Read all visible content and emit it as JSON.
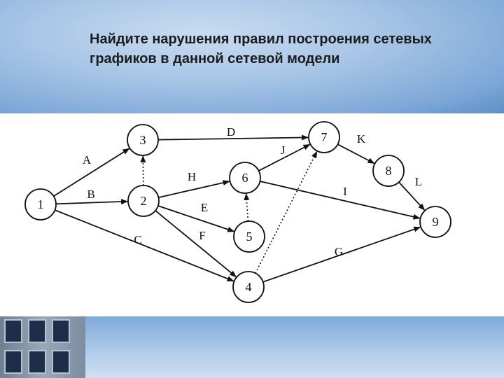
{
  "slide": {
    "title": "Найдите нарушения правил построения сетевых графиков в данной сетевой модели"
  },
  "diagram": {
    "nodes": [
      {
        "id": "1",
        "label": "1"
      },
      {
        "id": "2",
        "label": "2"
      },
      {
        "id": "3",
        "label": "3"
      },
      {
        "id": "4",
        "label": "4"
      },
      {
        "id": "5",
        "label": "5"
      },
      {
        "id": "6",
        "label": "6"
      },
      {
        "id": "7",
        "label": "7"
      },
      {
        "id": "8",
        "label": "8"
      },
      {
        "id": "9",
        "label": "9"
      }
    ],
    "edges": [
      {
        "from": "1",
        "to": "3",
        "label": "A",
        "dashed": false
      },
      {
        "from": "1",
        "to": "2",
        "label": "B",
        "dashed": false
      },
      {
        "from": "1",
        "to": "4",
        "label": "C",
        "dashed": false
      },
      {
        "from": "2",
        "to": "3",
        "label": "",
        "dashed": true
      },
      {
        "from": "2",
        "to": "6",
        "label": "H",
        "dashed": false
      },
      {
        "from": "2",
        "to": "5",
        "label": "E",
        "dashed": false
      },
      {
        "from": "2",
        "to": "4",
        "label": "F",
        "dashed": false
      },
      {
        "from": "3",
        "to": "7",
        "label": "D",
        "dashed": false
      },
      {
        "from": "6",
        "to": "7",
        "label": "J",
        "dashed": false
      },
      {
        "from": "5",
        "to": "6",
        "label": "",
        "dashed": true
      },
      {
        "from": "4",
        "to": "7",
        "label": "",
        "dashed": true
      },
      {
        "from": "6",
        "to": "9",
        "label": "I",
        "dashed": false
      },
      {
        "from": "4",
        "to": "9",
        "label": "G",
        "dashed": false
      },
      {
        "from": "7",
        "to": "8",
        "label": "K",
        "dashed": false
      },
      {
        "from": "8",
        "to": "9",
        "label": "L",
        "dashed": false
      }
    ]
  }
}
